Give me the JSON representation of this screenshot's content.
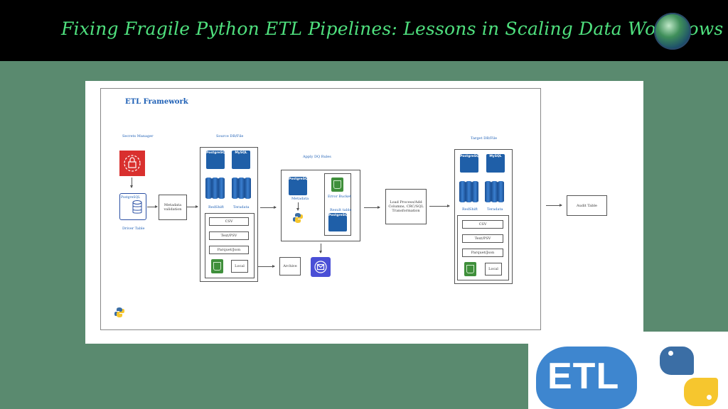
{
  "header": {
    "title": "Fixing Fragile Python ETL Pipelines: Lessons in Scaling Data Workflows",
    "logo_icon": "globe-icon"
  },
  "diagram": {
    "title": "ETL Framework",
    "secrets_manager": "Secrets Manager",
    "postgres_label": "PostgreSQL",
    "driver_table": "Driver Table",
    "metadata_validation": "Metadata validation",
    "source_title": "Source DB/File",
    "source_dbs": [
      "PostgreSQL",
      "MySQL"
    ],
    "source_warehouses": [
      "RedShift",
      "Teradata"
    ],
    "source_files": [
      "CSV",
      "Text/PSV",
      "Parquet/Json"
    ],
    "local": "Local",
    "archive": "Archive",
    "apply_dq_title": "Apply DQ Rules",
    "metadata": "Metadata",
    "error_bucket": "Error Bucket",
    "result_table": "Result table",
    "dq_db": "PostgreSQL",
    "load_process": "Load Process/Add Columns, CRC/SQL Transformation",
    "target_title": "Target DB/File",
    "target_dbs": [
      "PostgreSQL",
      "MySQL"
    ],
    "target_warehouses": [
      "RedShift",
      "Teradata"
    ],
    "target_files": [
      "CSV",
      "Text/PSV",
      "Parquet/Json"
    ],
    "target_local": "Local",
    "audit_table": "Audit Table"
  },
  "footer": {
    "etl_logo": "ETL",
    "python_logo_icon": "python-logo-icon"
  },
  "colors": {
    "header_bg": "#000000",
    "title_color": "#4fe07e",
    "page_bg": "#5a8a6f",
    "db_blue": "#1f5fa8",
    "bucket_green": "#3f8f3b",
    "secrets_red": "#d9302e",
    "etl_blue": "#3e86cf"
  }
}
